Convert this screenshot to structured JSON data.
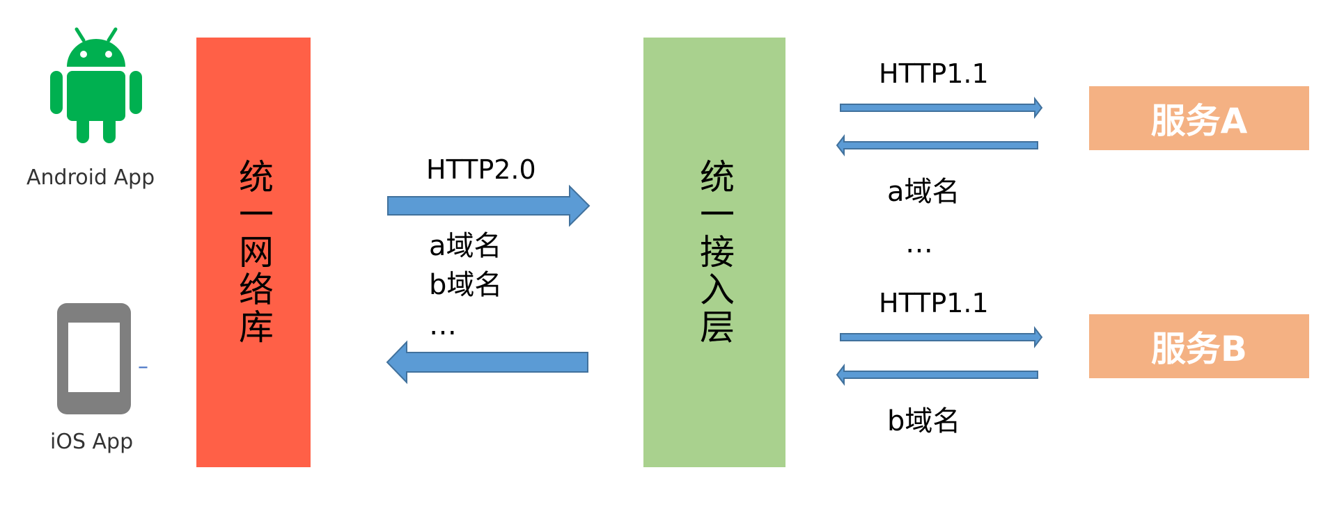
{
  "clients": {
    "android_label": "Android  App",
    "ios_label": "iOS App",
    "ios_dash": "–"
  },
  "colors": {
    "android": "#00b050",
    "ios_frame": "#7f7f7f",
    "network_lib": "#ff6047",
    "access_layer": "#a9d18e",
    "service": "#f4b183",
    "arrow_fill": "#5b9bd5",
    "arrow_stroke": "#41719c"
  },
  "network_lib": {
    "label": "统一网络库"
  },
  "access_layer": {
    "label": "统一接入层"
  },
  "left_link": {
    "protocol": "HTTP2.0",
    "domains": [
      "a域名",
      "b域名",
      "…"
    ]
  },
  "service_a": {
    "protocol": "HTTP1.1",
    "label": "服务A",
    "domain": "a域名",
    "ellipsis": "…"
  },
  "service_b": {
    "protocol": "HTTP1.1",
    "label": "服务B",
    "domain": "b域名"
  }
}
